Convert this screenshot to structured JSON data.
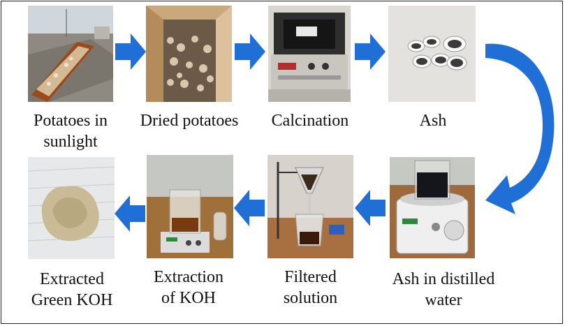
{
  "steps": [
    {
      "id": "potatoes-sunlight",
      "label_line1": "Potatoes in",
      "label_line2": "sunlight"
    },
    {
      "id": "dried-potatoes",
      "label_line1": "Dried potatoes"
    },
    {
      "id": "calcination",
      "label_line1": "Calcination"
    },
    {
      "id": "ash",
      "label_line1": "Ash"
    },
    {
      "id": "ash-distilled-water",
      "label_line1": "Ash in distilled",
      "label_line2": "water"
    },
    {
      "id": "filtered-solution",
      "label_line1": "Filtered",
      "label_line2": "solution"
    },
    {
      "id": "extraction-koh",
      "label_line1": "Extraction",
      "label_line2": "of KOH"
    },
    {
      "id": "extracted-green-koh",
      "label_line1": "Extracted",
      "label_line2": "Green KOH"
    }
  ],
  "colors": {
    "arrow": "#1f6fd6",
    "border": "#222222",
    "text": "#111111"
  }
}
